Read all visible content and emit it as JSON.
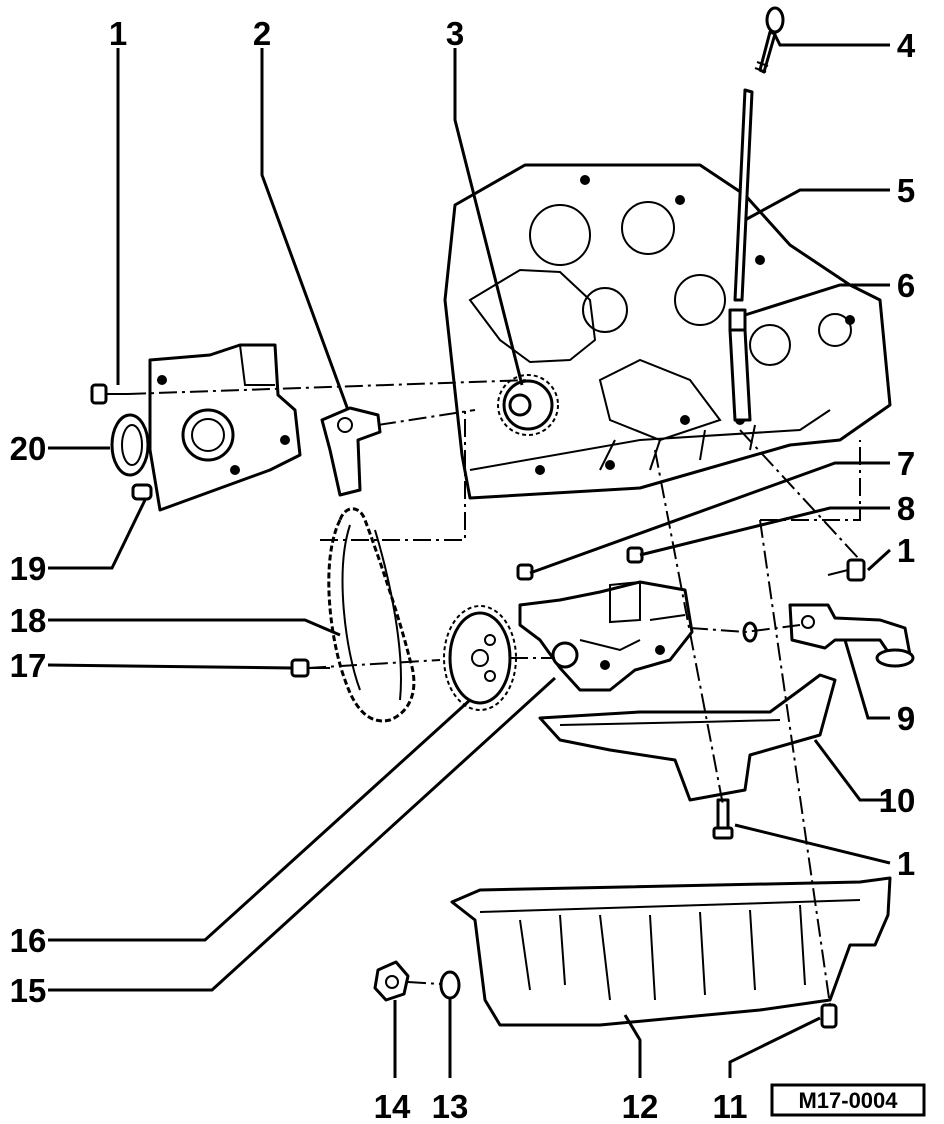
{
  "callouts": [
    "1",
    "2",
    "3",
    "4",
    "5",
    "6",
    "7",
    "8",
    "1",
    "9",
    "10",
    "1",
    "11",
    "12",
    "13",
    "14",
    "15",
    "16",
    "17",
    "18",
    "19",
    "20"
  ],
  "reference_code": "M17-0004"
}
